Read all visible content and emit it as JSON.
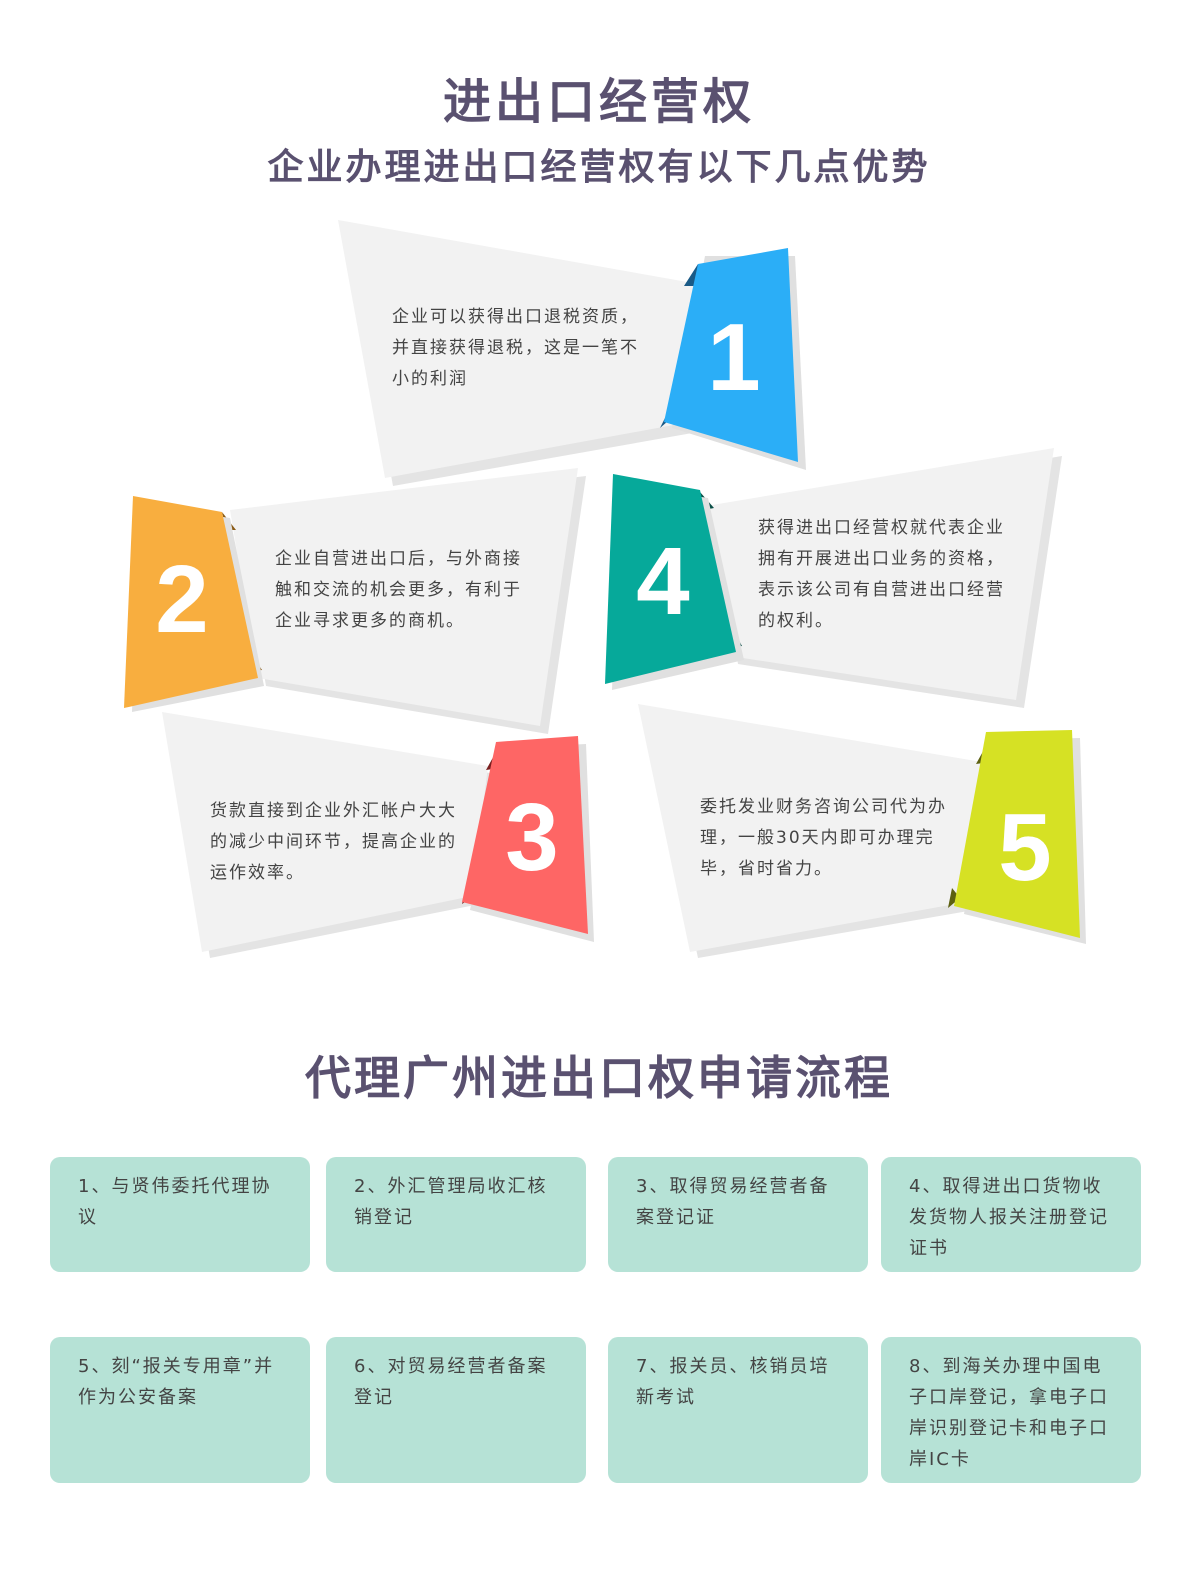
{
  "header": {
    "title": "进出口经营权",
    "subtitle": "企业办理进出口经营权有以下几点优势"
  },
  "advantages": [
    {
      "number": "1",
      "color": "#2baef7",
      "text": "企业可以获得出口退税资质，并直接获得退税，这是一笔不小的利润"
    },
    {
      "number": "2",
      "color": "#f8ae3f",
      "text": "企业自营进出口后，与外商接触和交流的机会更多，有利于企业寻求更多的商机。"
    },
    {
      "number": "3",
      "color": "#fe6665",
      "text": "货款直接到企业外汇帐户大大的减少中间环节，提高企业的运作效率。"
    },
    {
      "number": "4",
      "color": "#06a99a",
      "text": "获得进出口经营权就代表企业拥有开展进出口业务的资格，表示该公司有自营进出口经营的权利。"
    },
    {
      "number": "5",
      "color": "#d6e124",
      "text": "委托发业财务咨询公司代为办理，一般30天内即可办理完毕，省时省力。"
    }
  ],
  "process": {
    "title": "代理广州进出口权申请流程",
    "steps": [
      "1、与贤伟委托代理协议",
      "2、外汇管理局收汇核销登记",
      "3、取得贸易经营者备案登记证",
      "4、取得进出口货物收发货物人报关注册登记证书",
      "5、刻“报关专用章”并作为公安备案",
      "6、对贸易经营者备案登记",
      "7、报关员、核销员培新考试",
      "8、到海关办理中国电子口岸登记，拿电子口岸识别登记卡和电子口岸IC卡"
    ]
  }
}
